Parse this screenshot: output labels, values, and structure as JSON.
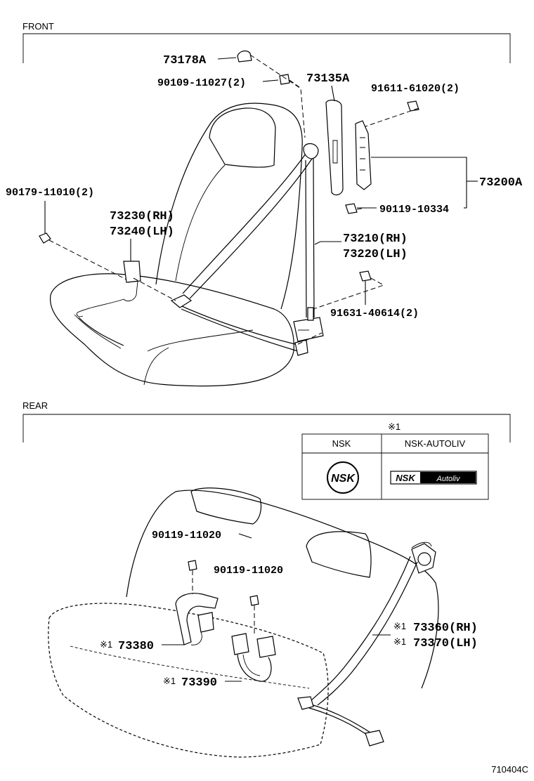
{
  "sections": {
    "front": "FRONT",
    "rear": "REAR"
  },
  "front_parts": {
    "p73178A": "73178A",
    "p90109": "90109-11027(2)",
    "p73135A": "73135A",
    "p91611": "91611-61020(2)",
    "p73200A": "73200A",
    "p90179": "90179-11010(2)",
    "p73230": "73230(RH)",
    "p73240": "73240(LH)",
    "p90119_10334": "90119-10334",
    "p73210": "73210(RH)",
    "p73220": "73220(LH)",
    "p91631": "91631-40614(2)"
  },
  "legend_table": {
    "note": "※1",
    "headers": [
      "NSK",
      "NSK-AUTOLIV"
    ],
    "logo_nsk": "NSK",
    "logo_autoliv_left": "NSK",
    "logo_autoliv_right": "Autoliv"
  },
  "rear_parts": {
    "p90119_a": "90119-11020",
    "p90119_b": "90119-11020",
    "p73380_mark": "※1",
    "p73380": "73380",
    "p73390_mark": "※1",
    "p73390": "73390",
    "p73360_mark": "※1",
    "p73360": "73360(RH)",
    "p73370_mark": "※1",
    "p73370": "73370(LH)"
  },
  "figure_code": "710404C"
}
